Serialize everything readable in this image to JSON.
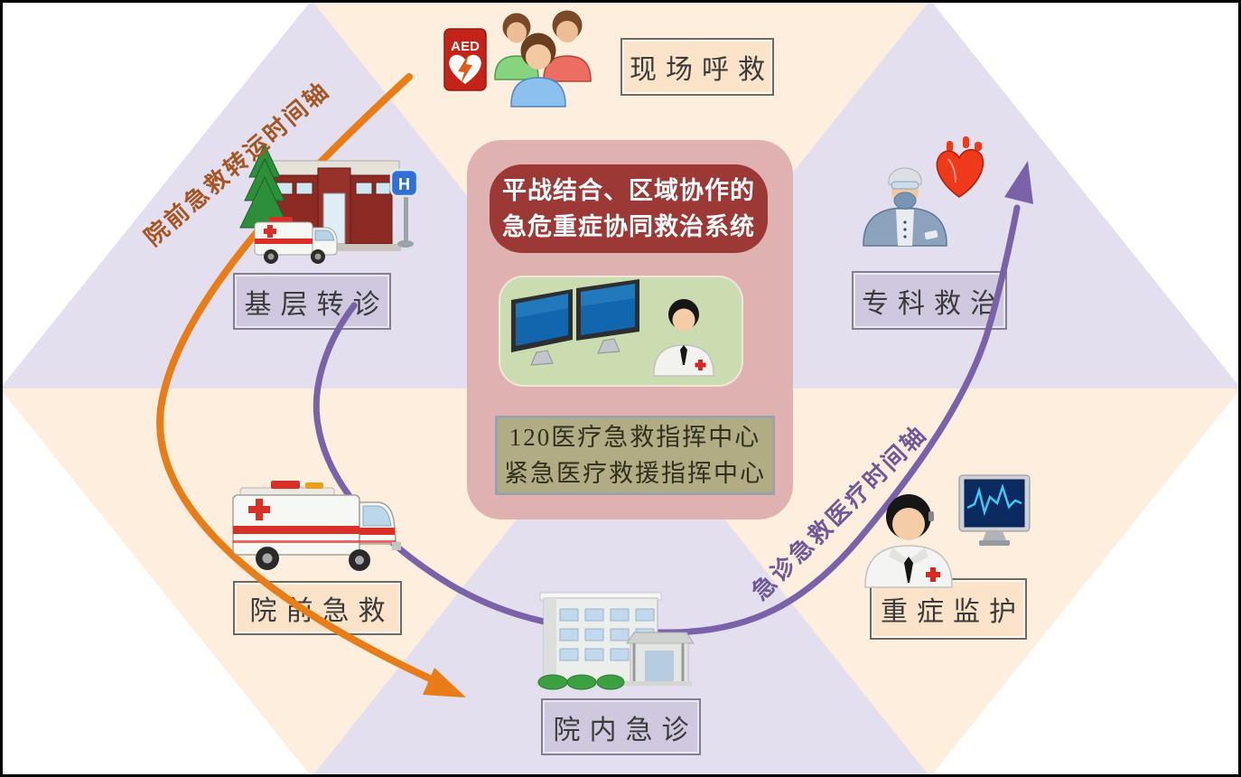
{
  "diagram": {
    "center_panel": {
      "title_lines": [
        "平战结合、区域协作的",
        "急危重症协同救治系统"
      ],
      "command_center_lines": [
        "120医疗急救指挥中心",
        "紧急医疗救援指挥中心"
      ]
    },
    "nodes": {
      "scene_call": "现场呼救",
      "primary_referral": "基层转诊",
      "specialist_treatment": "专科救治",
      "prehospital_emergency": "院前急救",
      "intensive_care": "重症监护",
      "inhospital_emergency": "院内急诊"
    },
    "timeline_axes": {
      "prehospital_transport": "院前急救转运时间轴",
      "emergency_medical": "急诊急救医疗时间轴"
    },
    "icon_texts": {
      "aed": "AED",
      "hospital_sign": "H"
    },
    "colors": {
      "bg_peach": "#fdeede",
      "bg_lavender": "#e3dfee",
      "panel_pink": "#dfb1b1",
      "title_red": "#9c3937",
      "screen_green": "#cbdcb0",
      "command_olive": "#b1ac83",
      "label_peach": "#fbe3c9",
      "label_lavender": "#cfc8df",
      "arrow_orange": "#e87d18",
      "arrow_purple": "#7a62a8",
      "axis_text_orange": "#a65522",
      "axis_text_purple": "#6e5898"
    }
  }
}
